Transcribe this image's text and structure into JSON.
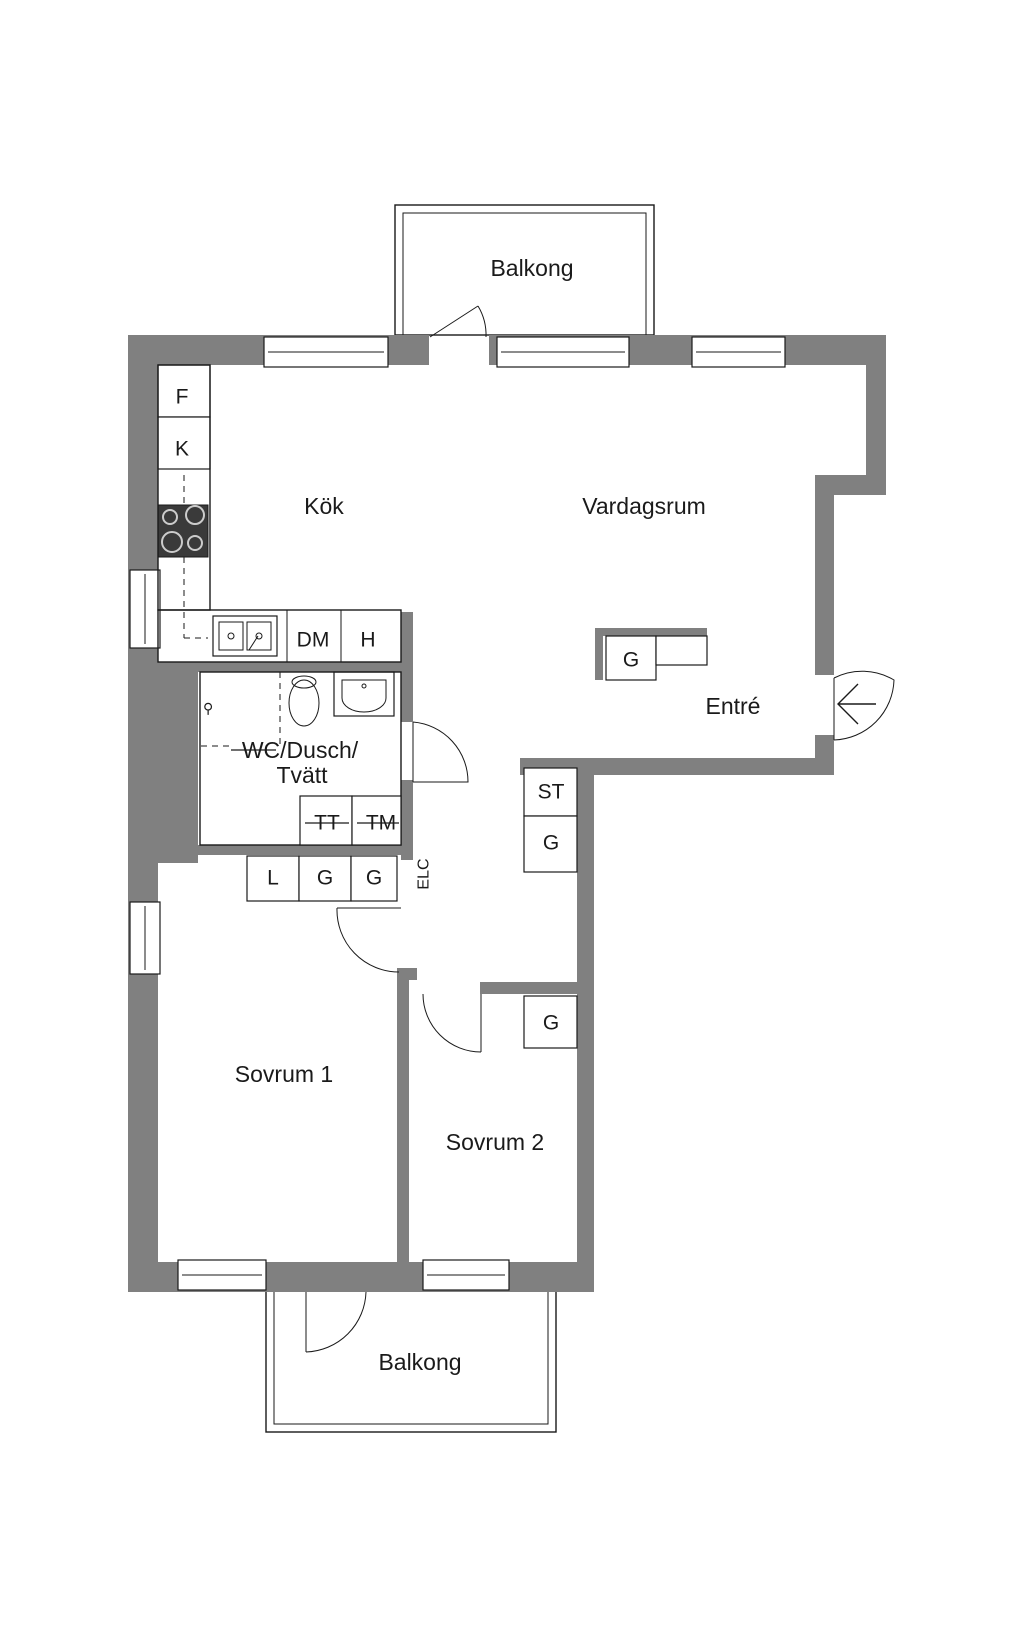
{
  "rooms": {
    "balcony_top": "Balkong",
    "kitchen": "Kök",
    "living_room": "Vardagsrum",
    "entrance": "Entré",
    "bathroom_line1": "WC/Dusch/",
    "bathroom_line2": "Tvätt",
    "bedroom_1": "Sovrum 1",
    "bedroom_2": "Sovrum 2",
    "balcony_bottom": "Balkong"
  },
  "fixtures": {
    "fridge": "F",
    "freezer": "K",
    "dishwasher": "DM",
    "hood_cabinet": "H",
    "dryer": "TT",
    "washer": "TM",
    "linen": "L",
    "wardrobe_hall_1": "G",
    "wardrobe_hall_2": "G",
    "electrical": "ELC",
    "cleaning_closet": "ST",
    "wardrobe_entry": "G",
    "wardrobe_living": "G",
    "wardrobe_bedroom_2": "G"
  },
  "colors": {
    "wall": "#808080",
    "line": "#1a1a1a",
    "background": "#ffffff"
  }
}
